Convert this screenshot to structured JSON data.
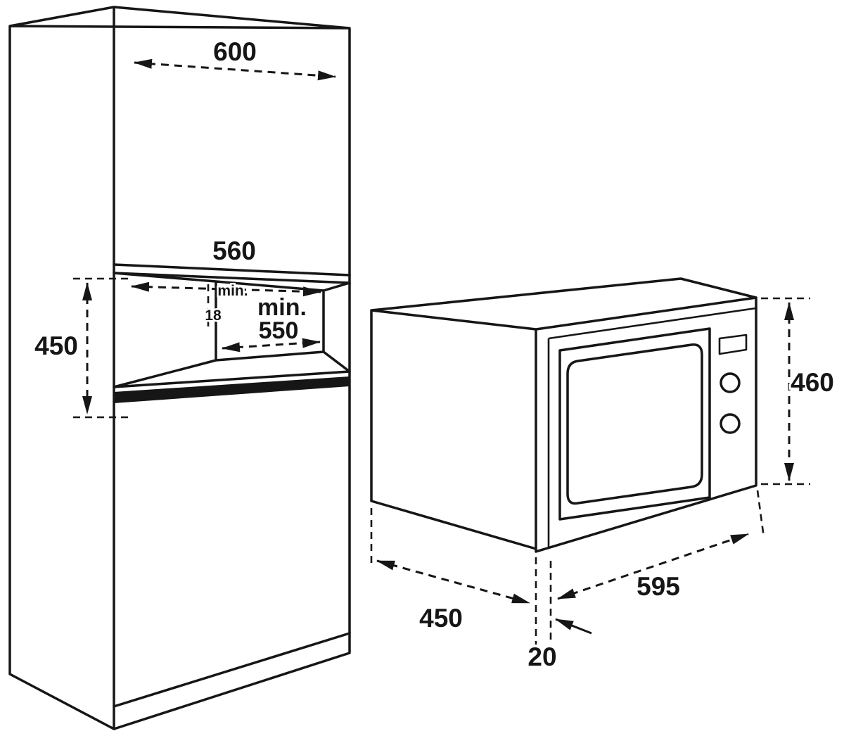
{
  "page": {
    "background": "#ffffff",
    "line_color": "#161616"
  },
  "diagram": {
    "type": "built-in-microwave-installation-drawing",
    "cabinet": {
      "top_width_mm": "600",
      "niche_width_mm": "560",
      "min_small_label": "min.",
      "min_small_value": "18",
      "depth_min_label": "min.",
      "depth_min_value": "550",
      "niche_height_mm": "450"
    },
    "microwave": {
      "height_mm": "460",
      "depth_mm": "450",
      "width_mm": "595",
      "frame_overhang_mm": "20"
    }
  }
}
